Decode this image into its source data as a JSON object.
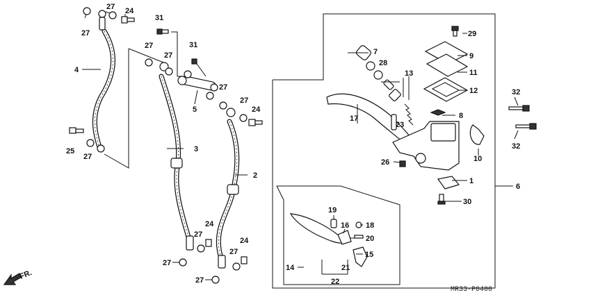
{
  "labels": {
    "l1": "1",
    "l2": "2",
    "l3": "3",
    "l4": "4",
    "l5": "5",
    "l6": "6",
    "l7": "7",
    "l8": "8",
    "l9": "9",
    "l10": "10",
    "l11": "11",
    "l12": "12",
    "l13": "13",
    "l14": "14",
    "l15": "15",
    "l16": "16",
    "l17": "17",
    "l18": "18",
    "l19": "19",
    "l20": "20",
    "l21": "21",
    "l22": "22",
    "l23": "23",
    "l24": "24",
    "l25": "25",
    "l26": "26",
    "l27": "27",
    "l28": "28",
    "l29": "29",
    "l30": "30",
    "l31": "31",
    "l32": "32"
  },
  "direction_label": "FR.",
  "diagram_code": "MR33-P0400"
}
